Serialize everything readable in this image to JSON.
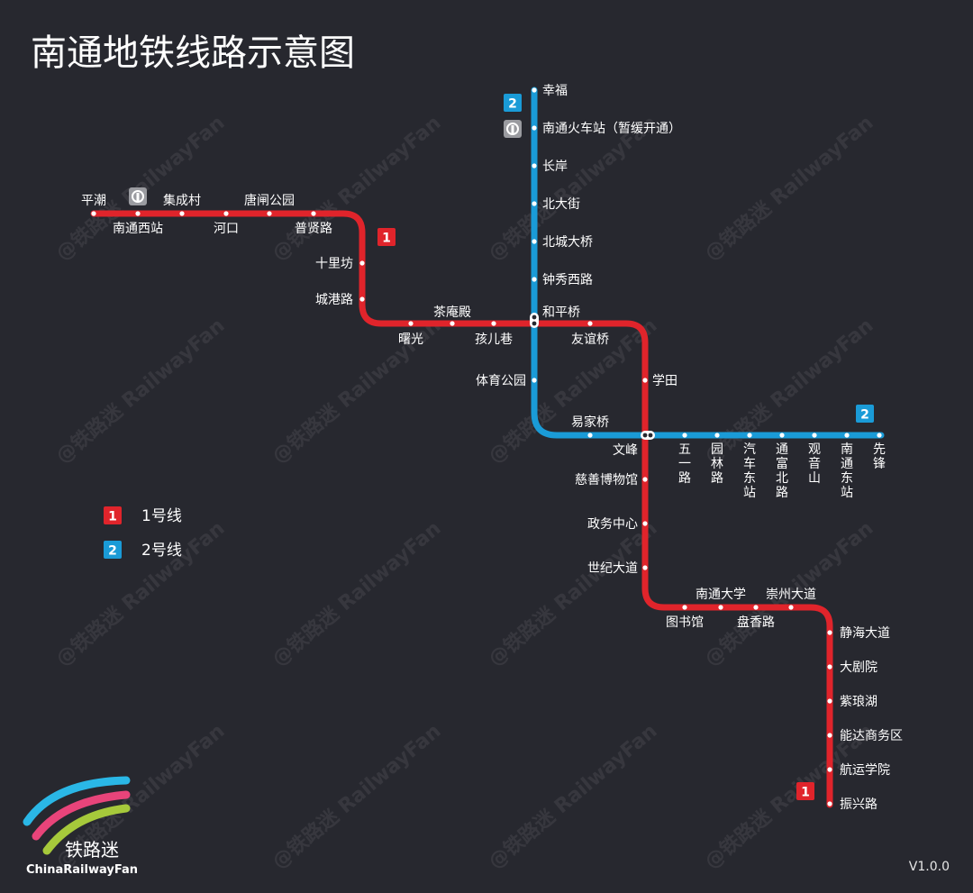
{
  "title": "南通地铁线路示意图",
  "version": "V1.0.0",
  "watermark_text": "@铁路迷 RailwayFan",
  "brand": {
    "cn": "铁路迷",
    "en": "ChinaRailwayFan"
  },
  "colors": {
    "background": "#27282f",
    "line1": "#e0242b",
    "line2": "#1a9bd7",
    "brand_blue": "#2ab7e6",
    "brand_pink": "#e8447a",
    "brand_green": "#a6c93b"
  },
  "legend": [
    {
      "badge": "1",
      "label": "1号线",
      "color_key": "line1"
    },
    {
      "badge": "2",
      "label": "2号线",
      "color_key": "line2"
    }
  ],
  "line_badges": {
    "line1": "1",
    "line2": "2"
  },
  "railway_station_icon": "railway-station-icon",
  "line1_stations": [
    "平潮",
    "南通西站",
    "集成村",
    "河口",
    "唐闸公园",
    "普贤路",
    "十里坊",
    "城港路",
    "曙光",
    "茶庵殿",
    "孩儿巷",
    "和平桥",
    "友谊桥",
    "学田",
    "文峰",
    "慈善博物馆",
    "政务中心",
    "世纪大道",
    "图书馆",
    "南通大学",
    "盘香路",
    "崇州大道",
    "静海大道",
    "大剧院",
    "紫琅湖",
    "能达商务区",
    "航运学院",
    "振兴路"
  ],
  "line2_stations": [
    "幸福",
    "南通火车站（暂缓开通）",
    "长岸",
    "北大街",
    "北城大桥",
    "钟秀西路",
    "和平桥",
    "体育公园",
    "易家桥",
    "文峰",
    "五一路",
    "园林路",
    "汽车东站",
    "通富北路",
    "观音山",
    "南通东站",
    "先锋"
  ]
}
